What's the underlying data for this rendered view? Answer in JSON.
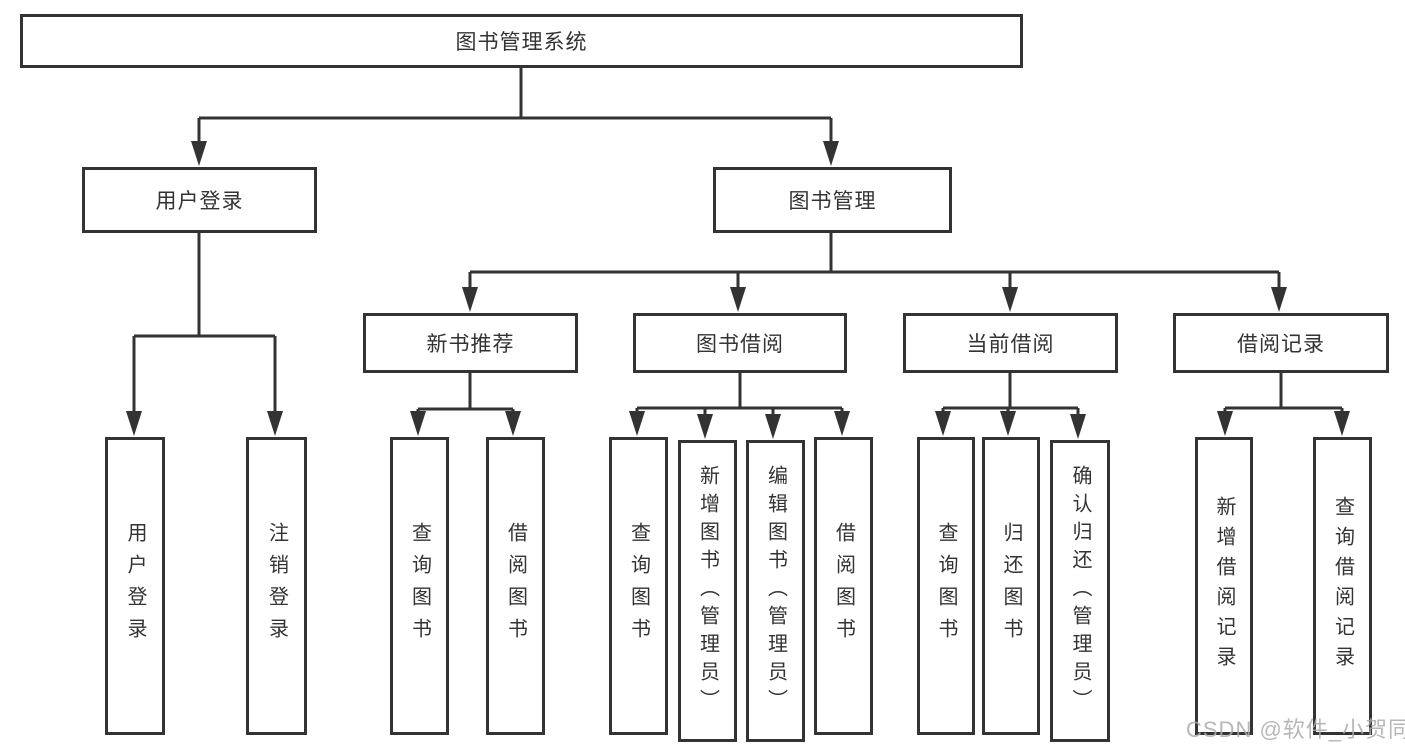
{
  "diagram_title": "图书管理系统",
  "tree": {
    "label": "图书管理系统",
    "children": [
      {
        "label": "用户登录",
        "children": [
          {
            "label": "用户登录"
          },
          {
            "label": "注销登录"
          }
        ]
      },
      {
        "label": "图书管理",
        "children": [
          {
            "label": "新书推荐",
            "children": [
              {
                "label": "查询图书"
              },
              {
                "label": "借阅图书"
              }
            ]
          },
          {
            "label": "图书借阅",
            "children": [
              {
                "label": "查询图书"
              },
              {
                "label": "新增图书（管理员）"
              },
              {
                "label": "编辑图书（管理员）"
              },
              {
                "label": "借阅图书"
              }
            ]
          },
          {
            "label": "当前借阅",
            "children": [
              {
                "label": "查询图书"
              },
              {
                "label": "归还图书"
              },
              {
                "label": "确认归还（管理员）"
              }
            ]
          },
          {
            "label": "借阅记录",
            "children": [
              {
                "label": "新增借阅记录"
              },
              {
                "label": "查询借阅记录"
              }
            ]
          }
        ]
      }
    ]
  },
  "watermark": {
    "text": "CSDN @软件_小贺同学"
  },
  "colors": {
    "line": "#333333",
    "text": "#333333",
    "box_fill": "#ffffff",
    "background": "#ffffff",
    "watermark": "#ababab"
  }
}
